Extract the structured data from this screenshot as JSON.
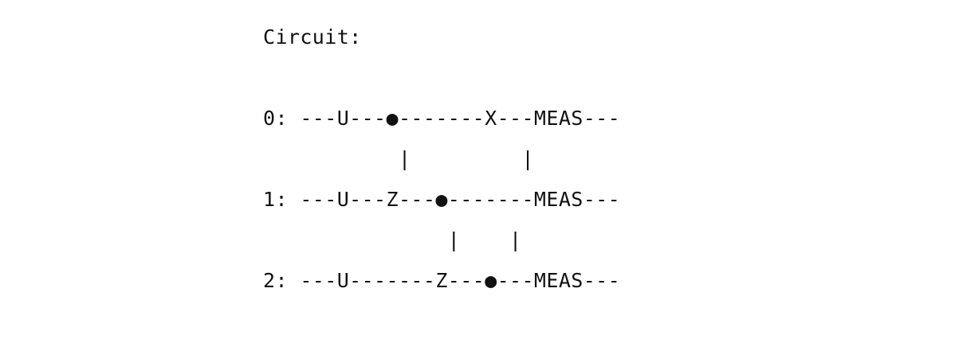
{
  "title": "Circuit:",
  "rows": [
    "0: ---U---●-------X---MEAS---",
    "           |         |",
    "1: ---U---Z---●-------MEAS---",
    "               |    |",
    "2: ---U-------Z---●---MEAS---"
  ]
}
